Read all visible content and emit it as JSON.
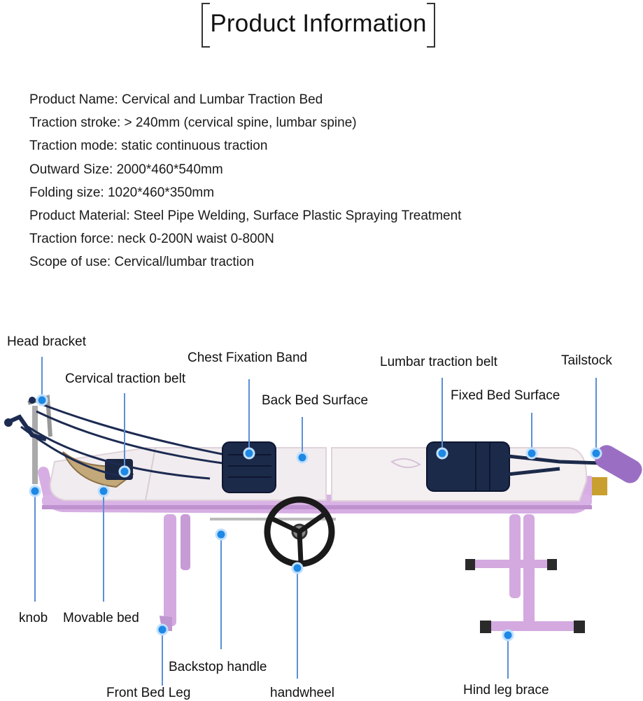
{
  "title": "Product Information",
  "specs": [
    "Product Name: Cervical and Lumbar Traction Bed",
    "Traction stroke: > 240mm (cervical spine, lumbar spine)",
    "Traction mode: static continuous traction",
    "Outward Size: 2000*460*540mm",
    "Folding size: 1020*460*350mm",
    "Product Material: Steel Pipe Welding, Surface Plastic Spraying Treatment",
    "Traction force: neck 0-200N waist 0-800N",
    "Scope of use: Cervical/lumbar traction"
  ],
  "labels": {
    "head_bracket": "Head bracket",
    "cervical_belt": "Cervical traction belt",
    "chest_band": "Chest Fixation Band",
    "back_surface": "Back Bed Surface",
    "lumbar_belt": "Lumbar traction belt",
    "fixed_surface": "Fixed Bed Surface",
    "tailstock": "Tailstock",
    "knob": "knob",
    "movable_bed": "Movable bed",
    "backstop_handle": "Backstop handle",
    "front_leg": "Front Bed Leg",
    "handwheel": "handwheel",
    "hind_leg": "Hind leg brace"
  },
  "colors": {
    "frame": "#d7aee3",
    "frame_dark": "#b98ac8",
    "mattress": "#f3eef0",
    "belt": "#1c2a4a",
    "marker": "#1e88e5",
    "leader": "#5b8fd6"
  }
}
